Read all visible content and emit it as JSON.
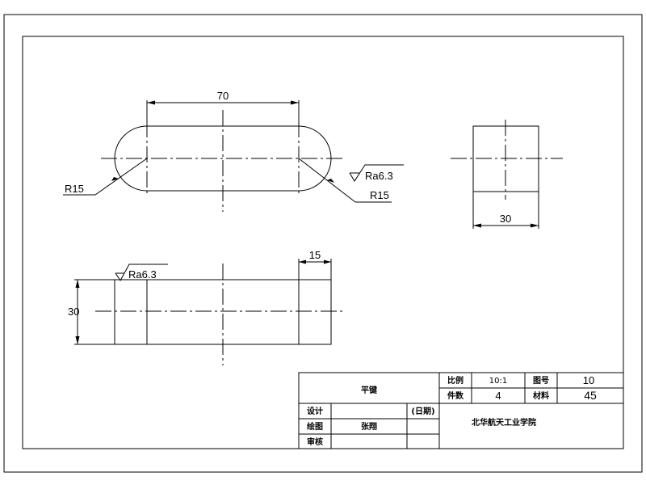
{
  "dimensions": {
    "length": "70",
    "radius_left": "R15",
    "radius_right": "R15",
    "side_width": "30",
    "height": "30",
    "end_width": "15"
  },
  "surface_finish": {
    "top_view": "Ra6.3",
    "front_view": "Ra6.3"
  },
  "title_block": {
    "part_name": "平键",
    "scale_label": "比例",
    "scale_value": "10:1",
    "drawing_no_label": "图号",
    "drawing_no_value": "10",
    "quantity_label": "件数",
    "quantity_value": "4",
    "material_label": "材料",
    "material_value": "45",
    "designer_label": "设计",
    "drafter_label": "绘图",
    "drafter_name": "张翔",
    "reviewer_label": "审核",
    "date_label": "(日期)",
    "institution": "北华航天工业学院"
  }
}
